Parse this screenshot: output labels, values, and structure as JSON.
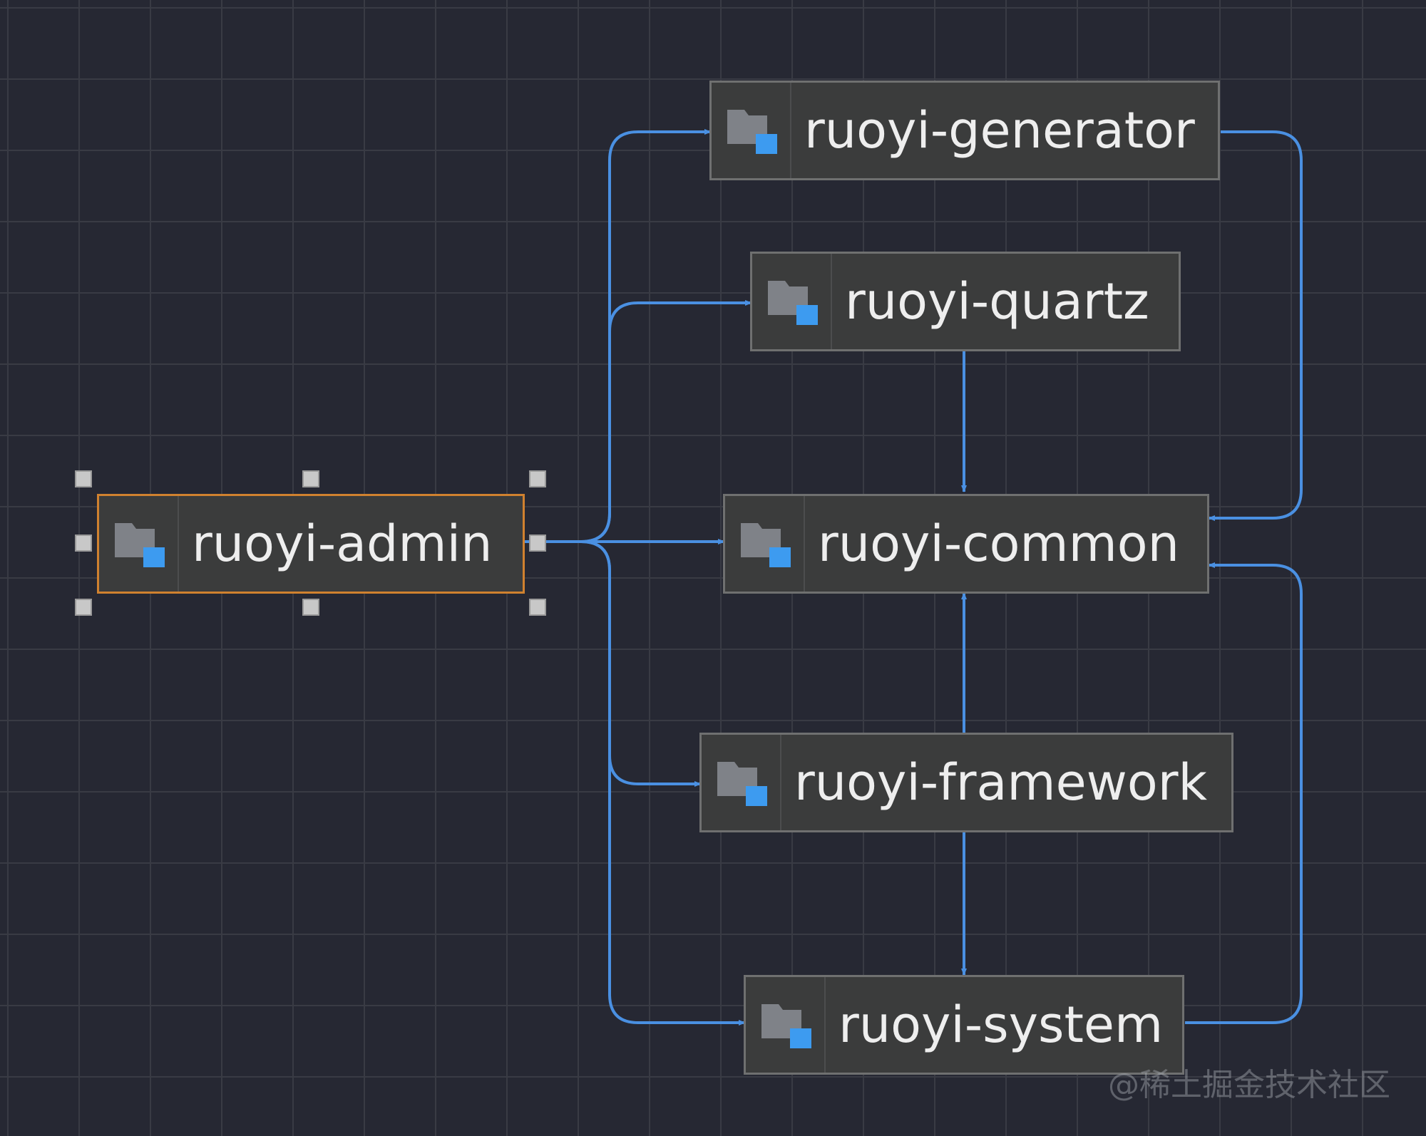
{
  "diagram": {
    "nodes": {
      "admin": {
        "label": "ruoyi-admin",
        "selected": true
      },
      "generator": {
        "label": "ruoyi-generator"
      },
      "quartz": {
        "label": "ruoyi-quartz"
      },
      "common": {
        "label": "ruoyi-common"
      },
      "framework": {
        "label": "ruoyi-framework"
      },
      "system": {
        "label": "ruoyi-system"
      }
    },
    "edges": [
      {
        "from": "ruoyi-admin",
        "to": "ruoyi-generator"
      },
      {
        "from": "ruoyi-admin",
        "to": "ruoyi-quartz"
      },
      {
        "from": "ruoyi-admin",
        "to": "ruoyi-common"
      },
      {
        "from": "ruoyi-admin",
        "to": "ruoyi-framework"
      },
      {
        "from": "ruoyi-admin",
        "to": "ruoyi-system"
      },
      {
        "from": "ruoyi-generator",
        "to": "ruoyi-common"
      },
      {
        "from": "ruoyi-quartz",
        "to": "ruoyi-common"
      },
      {
        "from": "ruoyi-framework",
        "to": "ruoyi-common"
      },
      {
        "from": "ruoyi-framework",
        "to": "ruoyi-system"
      },
      {
        "from": "ruoyi-system",
        "to": "ruoyi-common"
      }
    ],
    "icon": "module-folder-icon"
  },
  "colors": {
    "background": "#262833",
    "edge": "#4a90e2",
    "node_fill": "#3b3c3c",
    "selection_border": "#d0812f",
    "icon_folder": "#7f8288",
    "icon_square": "#3d9bf0"
  },
  "watermark": "@稀土掘金技术社区"
}
